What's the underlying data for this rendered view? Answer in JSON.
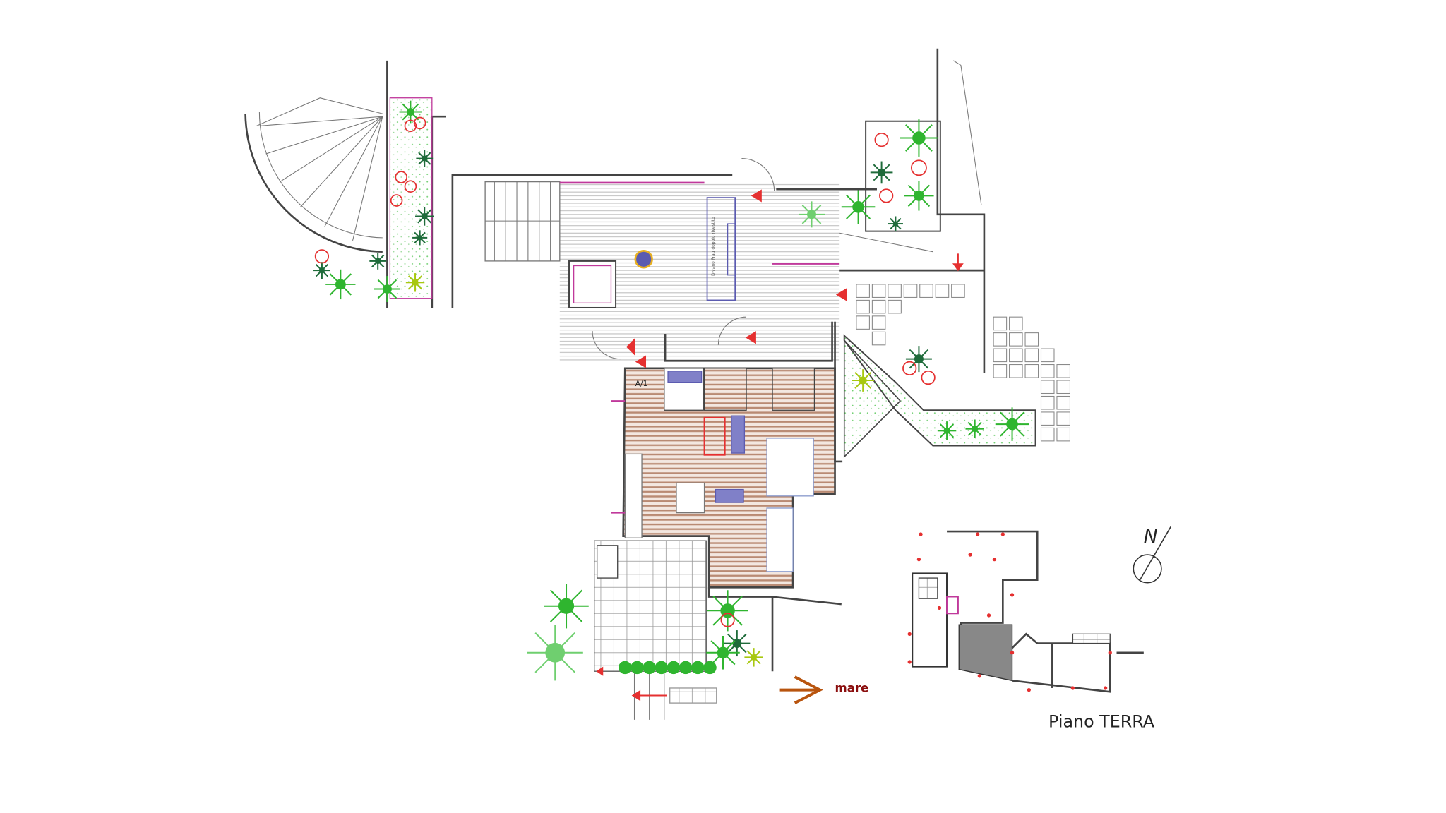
{
  "plan": {
    "unit_label": "A/1",
    "sofa_label": "Divano Frau doppio rivestito",
    "sea_direction_label": "mare",
    "floor_title": "Piano TERRA",
    "north_label": "N"
  },
  "colors": {
    "wall": "#444444",
    "wood_floor": "#b98a73",
    "decking": "#bdbdbd",
    "plant_green": "#2fb52f",
    "dark_plant": "#1e6b3a",
    "flower_red": "#e53030",
    "arrow_sea": "#b8540e",
    "sea_text": "#8b0f0f",
    "accent_pink": "#c0399b",
    "furniture_blue": "#5b5bb0"
  }
}
